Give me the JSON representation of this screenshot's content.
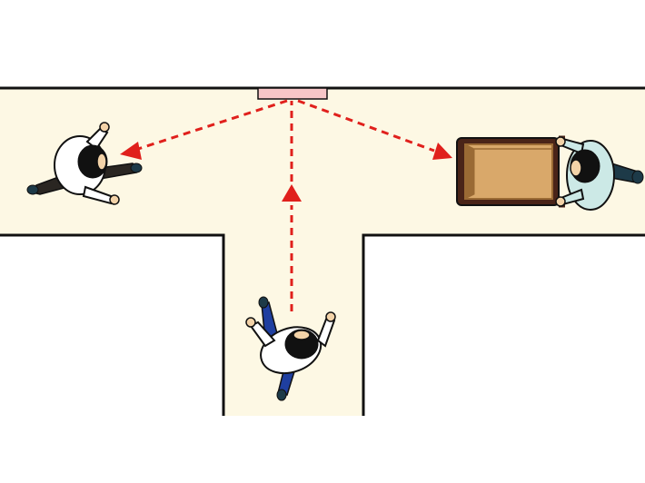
{
  "colors": {
    "background": "#ffffff",
    "corridor_fill": "#fdf8e4",
    "wall_stroke": "#111111",
    "mirror_fill": "#f7c6c7",
    "mirror_stroke": "#c03030",
    "arrow_color": "#e0201c",
    "shirt_white": "#ffffff",
    "shirt_teal": "#cce9e6",
    "hair_black": "#111111",
    "skin": "#f3d3a8",
    "pants_dark": "#2a2622",
    "pants_blue": "#1f3fa0",
    "pants_navy": "#1d3a48",
    "cart_frame": "#4a2418",
    "box_fill": "#d9a86a",
    "box_stroke": "#9a6a34"
  },
  "icons": {
    "mirror": "convex-mirror-icon",
    "person_left": "person-walking-icon",
    "person_bottom": "person-walking-icon",
    "person_cart": "person-pushing-cart-icon",
    "cart": "hand-cart-with-box-icon"
  },
  "diagram": {
    "kind": "t-junction-corridor-top-view",
    "sight_lines": [
      {
        "from": "person-bottom",
        "to": "mirror",
        "style": "dashed-arrow"
      },
      {
        "from": "mirror",
        "to": "person-left",
        "style": "dashed-arrow"
      },
      {
        "from": "mirror",
        "to": "cart",
        "style": "dashed-arrow"
      }
    ]
  }
}
